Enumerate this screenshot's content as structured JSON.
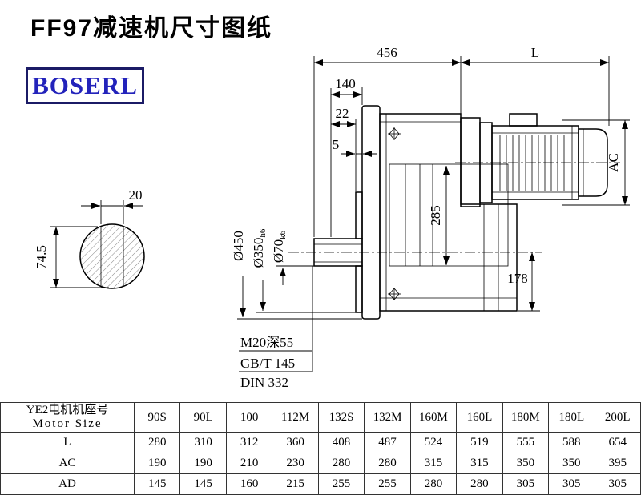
{
  "page": {
    "title": "FF97减速机尺寸图纸",
    "brand": "BOSERL"
  },
  "drawing": {
    "dims": {
      "overall_width": "456",
      "motor_length": "L",
      "dim140": "140",
      "dim22": "22",
      "dim5": "5",
      "motor_dia": "AC",
      "dim285": "285",
      "dim178": "178",
      "flange_od": "Ø450",
      "spigot_od": "Ø350",
      "spigot_tol": "h6",
      "shaft_od": "Ø70",
      "shaft_tol": "k6",
      "key_width": "20",
      "shaft_flat": "74.5"
    },
    "notes": {
      "tap_hole": "M20深55",
      "standard_gb": "GB/T 145",
      "standard_din": "DIN 332"
    }
  },
  "table": {
    "header_cn": "YE2电机机座号",
    "header_en": "Motor Size",
    "columns": [
      "90S",
      "90L",
      "100",
      "112M",
      "132S",
      "132M",
      "160M",
      "160L",
      "180M",
      "180L",
      "200L"
    ],
    "rows": [
      {
        "label": "L",
        "values": [
          "280",
          "310",
          "312",
          "360",
          "408",
          "487",
          "524",
          "519",
          "555",
          "588",
          "654"
        ]
      },
      {
        "label": "AC",
        "values": [
          "190",
          "190",
          "210",
          "230",
          "280",
          "280",
          "315",
          "315",
          "350",
          "350",
          "395"
        ]
      },
      {
        "label": "AD",
        "values": [
          "145",
          "145",
          "160",
          "215",
          "255",
          "255",
          "280",
          "280",
          "305",
          "305",
          "305"
        ]
      }
    ]
  }
}
